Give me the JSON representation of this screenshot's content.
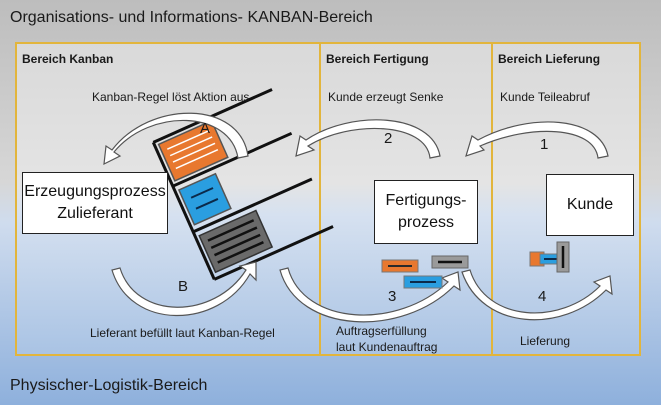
{
  "bands": {
    "top": "Organisations- und Informations- KANBAN-Bereich",
    "bottom": "Physischer-Logistik-Bereich"
  },
  "sections": {
    "kanban": "Bereich Kanban",
    "fertigung": "Bereich Fertigung",
    "lieferung": "Bereich Lieferung"
  },
  "boxes": {
    "erzeugung_line1": "Erzeugungsprozess",
    "erzeugung_line2": "Zulieferant",
    "fertigung_line1": "Fertigungs-",
    "fertigung_line2": "prozess",
    "kunde": "Kunde"
  },
  "captions": {
    "kanban_regel": "Kanban-Regel löst Aktion aus",
    "kunde_senke": "Kunde erzeugt Senke",
    "kunde_abruf": "Kunde Teileabruf",
    "lieferant": "Lieferant befüllt laut Kanban-Regel",
    "auftrag_line1": "Auftragserfüllung",
    "auftrag_line2": "laut Kundenauftrag",
    "lieferung": "Lieferung"
  },
  "markers": {
    "a": "A",
    "b": "B",
    "n1": "1",
    "n2": "2",
    "n3": "3",
    "n4": "4"
  },
  "colors": {
    "frame": "#e2b53c",
    "orange": "#e8782f",
    "blue": "#2a9ee0",
    "dark": "#555555",
    "bottom_tint": "#8fb1dc"
  }
}
